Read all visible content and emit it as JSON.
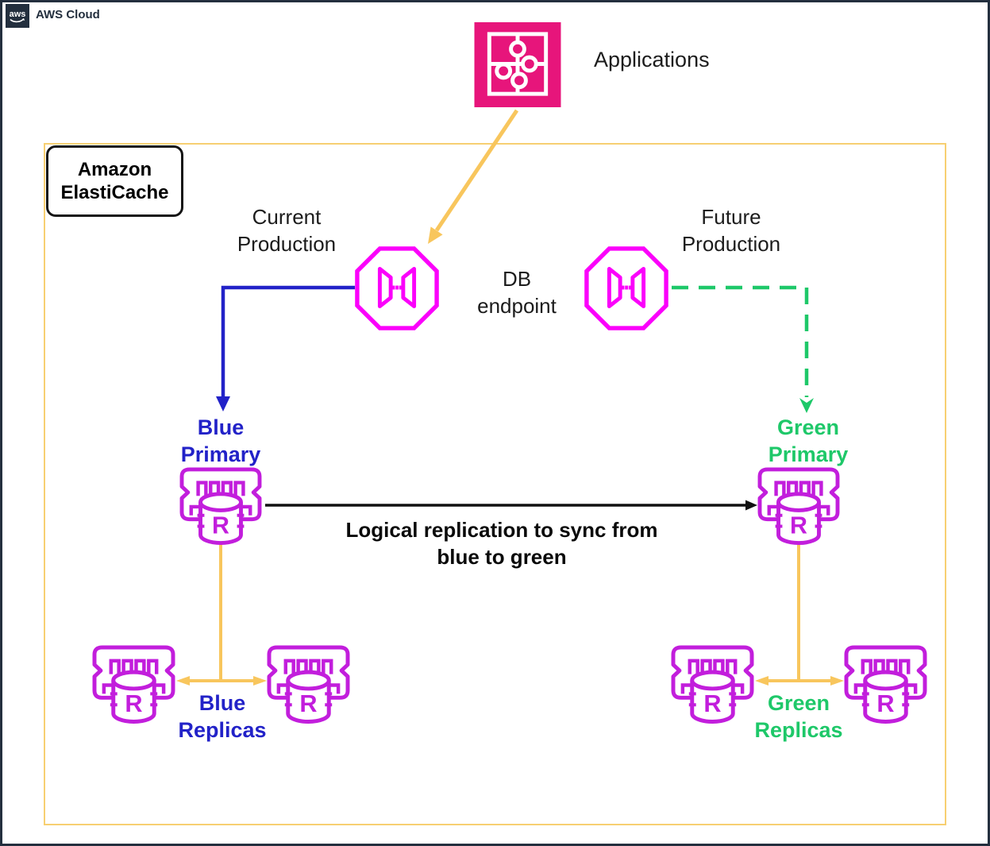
{
  "title": "AWS ElastiCache blue/green deployment diagram",
  "aws_cloud": {
    "logo_text": "aws",
    "label": "AWS Cloud"
  },
  "applications": {
    "label": "Applications"
  },
  "elasticache_group": {
    "label_lines": [
      "Amazon",
      "ElastiCache"
    ]
  },
  "endpoints": {
    "current": {
      "caption_lines": [
        "Current",
        "Production"
      ]
    },
    "future": {
      "caption_lines": [
        "Future",
        "Production"
      ]
    },
    "shared_label_lines": [
      "DB",
      "endpoint"
    ]
  },
  "nodes": {
    "blue_primary": {
      "label_lines": [
        "Blue",
        "Primary"
      ]
    },
    "green_primary": {
      "label_lines": [
        "Green",
        "Primary"
      ]
    },
    "blue_replicas": {
      "label_lines": [
        "Blue",
        "Replicas"
      ]
    },
    "green_replicas": {
      "label_lines": [
        "Green",
        "Replicas"
      ]
    },
    "redis_letter": "R"
  },
  "edges": {
    "replication_label_lines": [
      "Logical replication to sync from",
      "blue to green"
    ]
  },
  "colors": {
    "applications_pink": "#E7157B",
    "endpoint_magenta": "#FB00FB",
    "elasticache_purple": "#C21EDC",
    "blue_path": "#2222C8",
    "green_path": "#1EC869",
    "amber_arrows": "#F8C65D",
    "group_border_amber": "#F7CF72",
    "aws_navy": "#232F3E",
    "text_black": "#0A0A0A"
  }
}
